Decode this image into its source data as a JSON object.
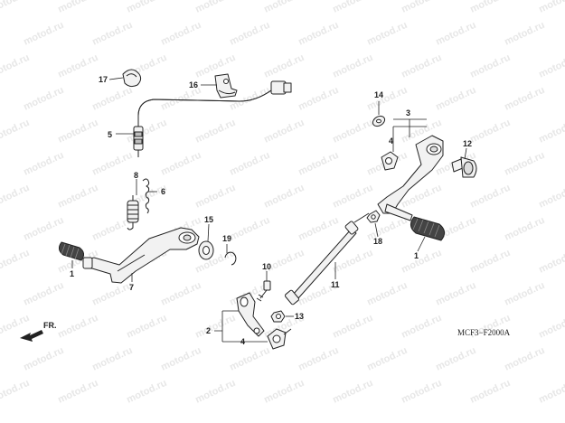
{
  "watermark": {
    "text": "motod.ru"
  },
  "diagram_code": "MCF3−F2000A",
  "direction_label": "FR.",
  "callouts": {
    "c1a": "1",
    "c1b": "1",
    "c2": "2",
    "c3": "3",
    "c4a": "4",
    "c4b": "4",
    "c5": "5",
    "c6": "6",
    "c7": "7",
    "c8": "8",
    "c10": "10",
    "c11": "11",
    "c12": "12",
    "c13": "13",
    "c14": "14",
    "c15": "15",
    "c16": "16",
    "c17": "17",
    "c18": "18",
    "c19": "19"
  },
  "colors": {
    "line": "#222222",
    "watermark": "#e7e7e7",
    "rubber": "#444444"
  }
}
